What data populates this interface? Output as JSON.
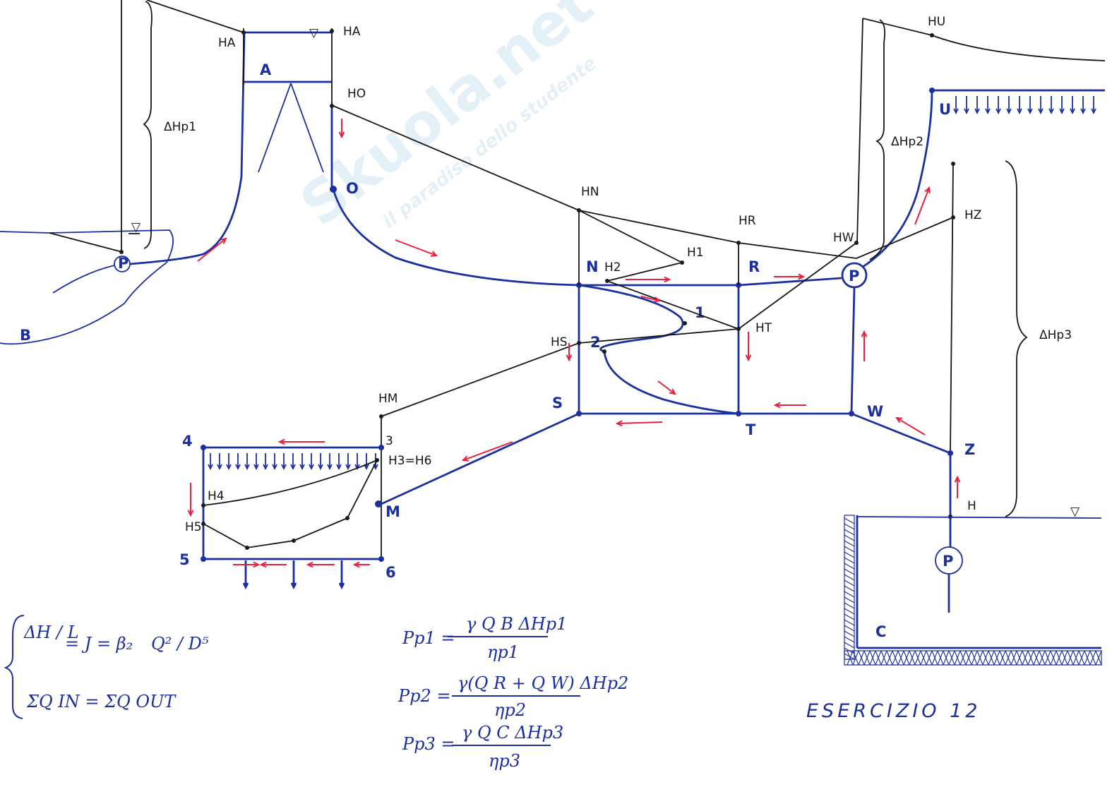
{
  "watermark": {
    "brand": "Skuola.net",
    "tagline": "il paradiso dello studente"
  },
  "labels": {
    "HA_left": "HA",
    "HA_right": "HA",
    "A": "A",
    "HO": "HO",
    "O": "O",
    "dHp1": "ΔHp1",
    "B": "B",
    "HN": "HN",
    "HR": "HR",
    "H1": "H1",
    "H2": "H2",
    "N": "N",
    "R": "R",
    "HW": "HW",
    "P_top": "P",
    "HU": "HU",
    "U": "U",
    "dHp2": "ΔHp2",
    "HZ": "HZ",
    "pt1": "1",
    "pt2": "2",
    "HT": "HT",
    "HS": "HS",
    "dHp3": "ΔHp3",
    "HM": "HM",
    "S": "S",
    "T": "T",
    "W": "W",
    "Z": "Z",
    "H": "H",
    "P_bottom": "P",
    "C": "C",
    "p3": "3",
    "p4": "4",
    "p5": "5",
    "p6": "6",
    "H3H6": "H3=H6",
    "H4": "H4",
    "H5": "H5",
    "M": "M"
  },
  "equations": {
    "system_line1_lhs": "ΔH / L",
    "system_line1_mid": "= J = β₂",
    "system_line1_rhs": "Q² / D⁵",
    "system_line2": "ΣQ IN = ΣQ OUT",
    "pp1_lhs": "Pp1 =",
    "pp1_num": "γ Q B ΔHp1",
    "pp1_den": "ηp1",
    "pp2_lhs": "Pp2 =",
    "pp2_num": "γ(Q R + Q W) ΔHp2",
    "pp2_den": "ηp2",
    "pp3_lhs": "Pp3 =",
    "pp3_num": "γ Q C ΔHp3",
    "pp3_den": "ηp3"
  },
  "title": "ESERCIZIO 12",
  "colors": {
    "ink_black": "#161616",
    "ink_blue": "#1c2f9e",
    "flow_red": "#e8203f"
  }
}
